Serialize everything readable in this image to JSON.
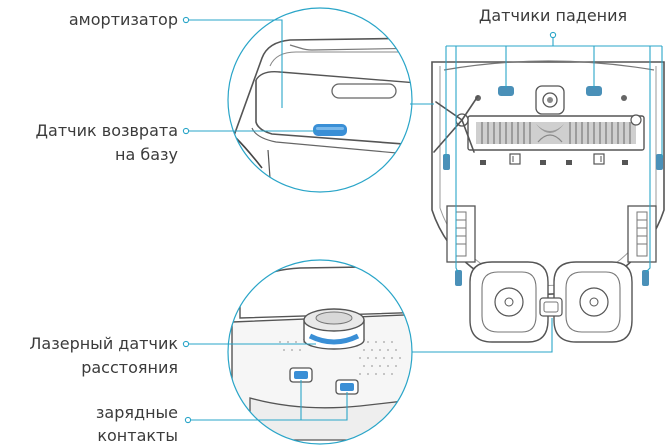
{
  "labels": {
    "bumper": "амортизатор",
    "dock_sensor_line1": "Датчик возврата",
    "dock_sensor_line2": "на базу",
    "cliff_sensors": "Датчики падения",
    "lidar_line1": "Лазерный датчик",
    "lidar_line2": "расстояния",
    "charge_line1": "зарядные",
    "charge_line2": "контакты"
  },
  "colors": {
    "callout": "#2aa5c8",
    "sensor_blue": "#3a8fd6",
    "cliff_sensor": "#4a90b8",
    "outline": "#555555",
    "text": "#3b3b3b"
  },
  "icons": {
    "side_brush": "side-brush-icon",
    "main_brush": "main-brush-icon",
    "mop_pad": "mop-pad-icon",
    "caster_wheel": "caster-wheel-icon"
  }
}
